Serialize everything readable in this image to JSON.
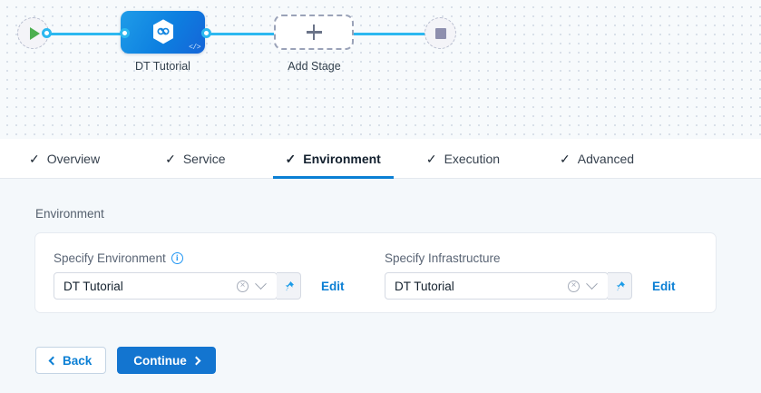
{
  "pipeline": {
    "start_node": {
      "icon": "play-icon",
      "name": "pipeline-start"
    },
    "end_node": {
      "icon": "stop-icon",
      "name": "pipeline-end"
    },
    "stages": [
      {
        "label": "DT Tutorial",
        "icon": "harness-hexagon-icon",
        "badge": "</>"
      }
    ],
    "add_stage": {
      "label": "Add Stage",
      "icon": "plus-icon"
    }
  },
  "tabs": [
    {
      "label": "Overview",
      "check": "✓",
      "active": false
    },
    {
      "label": "Service",
      "check": "✓",
      "active": false
    },
    {
      "label": "Environment",
      "check": "✓",
      "active": true
    },
    {
      "label": "Execution",
      "check": "✓",
      "active": false
    },
    {
      "label": "Advanced",
      "check": "✓",
      "active": false
    }
  ],
  "section": {
    "title": "Environment",
    "fields": [
      {
        "label": "Specify Environment",
        "has_info_icon": true,
        "value": "DT Tutorial",
        "clear_icon": "×",
        "pin_icon": "pin-icon",
        "edit_label": "Edit"
      },
      {
        "label": "Specify Infrastructure",
        "has_info_icon": false,
        "value": "DT Tutorial",
        "clear_icon": "×",
        "pin_icon": "pin-icon",
        "edit_label": "Edit"
      }
    ]
  },
  "footer": {
    "back_label": "Back",
    "continue_label": "Continue"
  },
  "colors": {
    "accent_blue": "#0b7fd4",
    "primary_button": "#1375d0",
    "edge_blue": "#2cb8f0",
    "canvas_bg": "#f7fafc",
    "form_bg": "#f4f8fb"
  }
}
